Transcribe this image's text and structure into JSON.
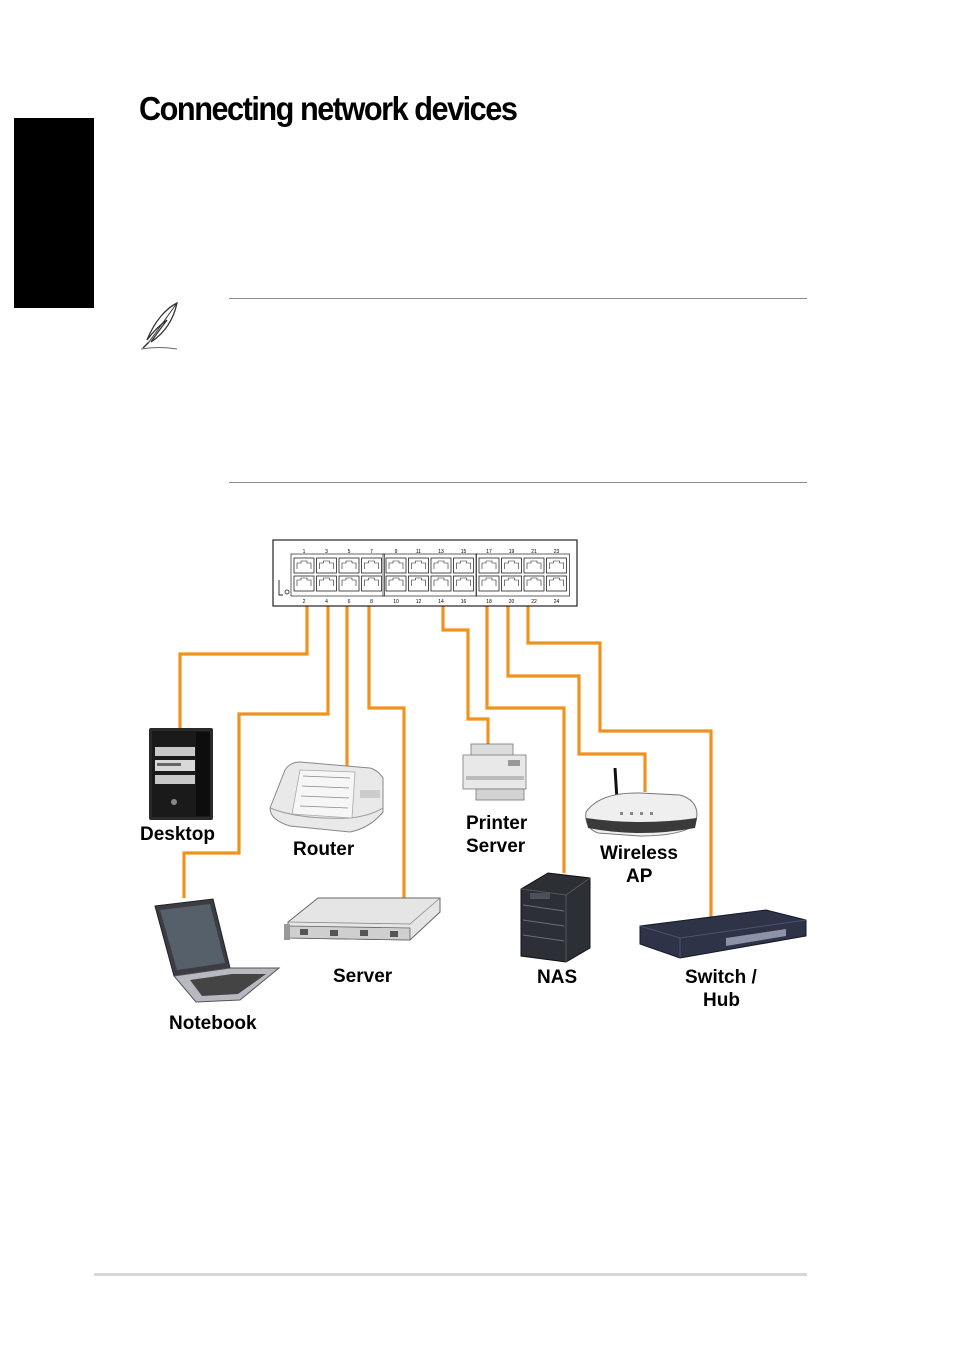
{
  "page": {
    "title": "Connecting network devices"
  },
  "note": {
    "icon": "quill-pen-icon"
  },
  "diagram": {
    "switch": {
      "top_port_numbers": [
        "1",
        "3",
        "5",
        "7",
        "9",
        "11",
        "13",
        "15",
        "17",
        "19",
        "21",
        "23"
      ],
      "bottom_port_numbers": [
        "2",
        "4",
        "6",
        "8",
        "10",
        "12",
        "14",
        "16",
        "18",
        "20",
        "22",
        "24"
      ]
    },
    "cable_color": "#f0921e",
    "devices": {
      "desktop": "Desktop",
      "router": "Router",
      "printer_server_line1": "Printer",
      "printer_server_line2": "Server",
      "wireless_ap_line1": "Wireless",
      "wireless_ap_line2": "AP",
      "notebook": "Notebook",
      "server": "Server",
      "nas": "NAS",
      "switch_hub_line1": "Switch /",
      "switch_hub_line2": "Hub"
    }
  }
}
